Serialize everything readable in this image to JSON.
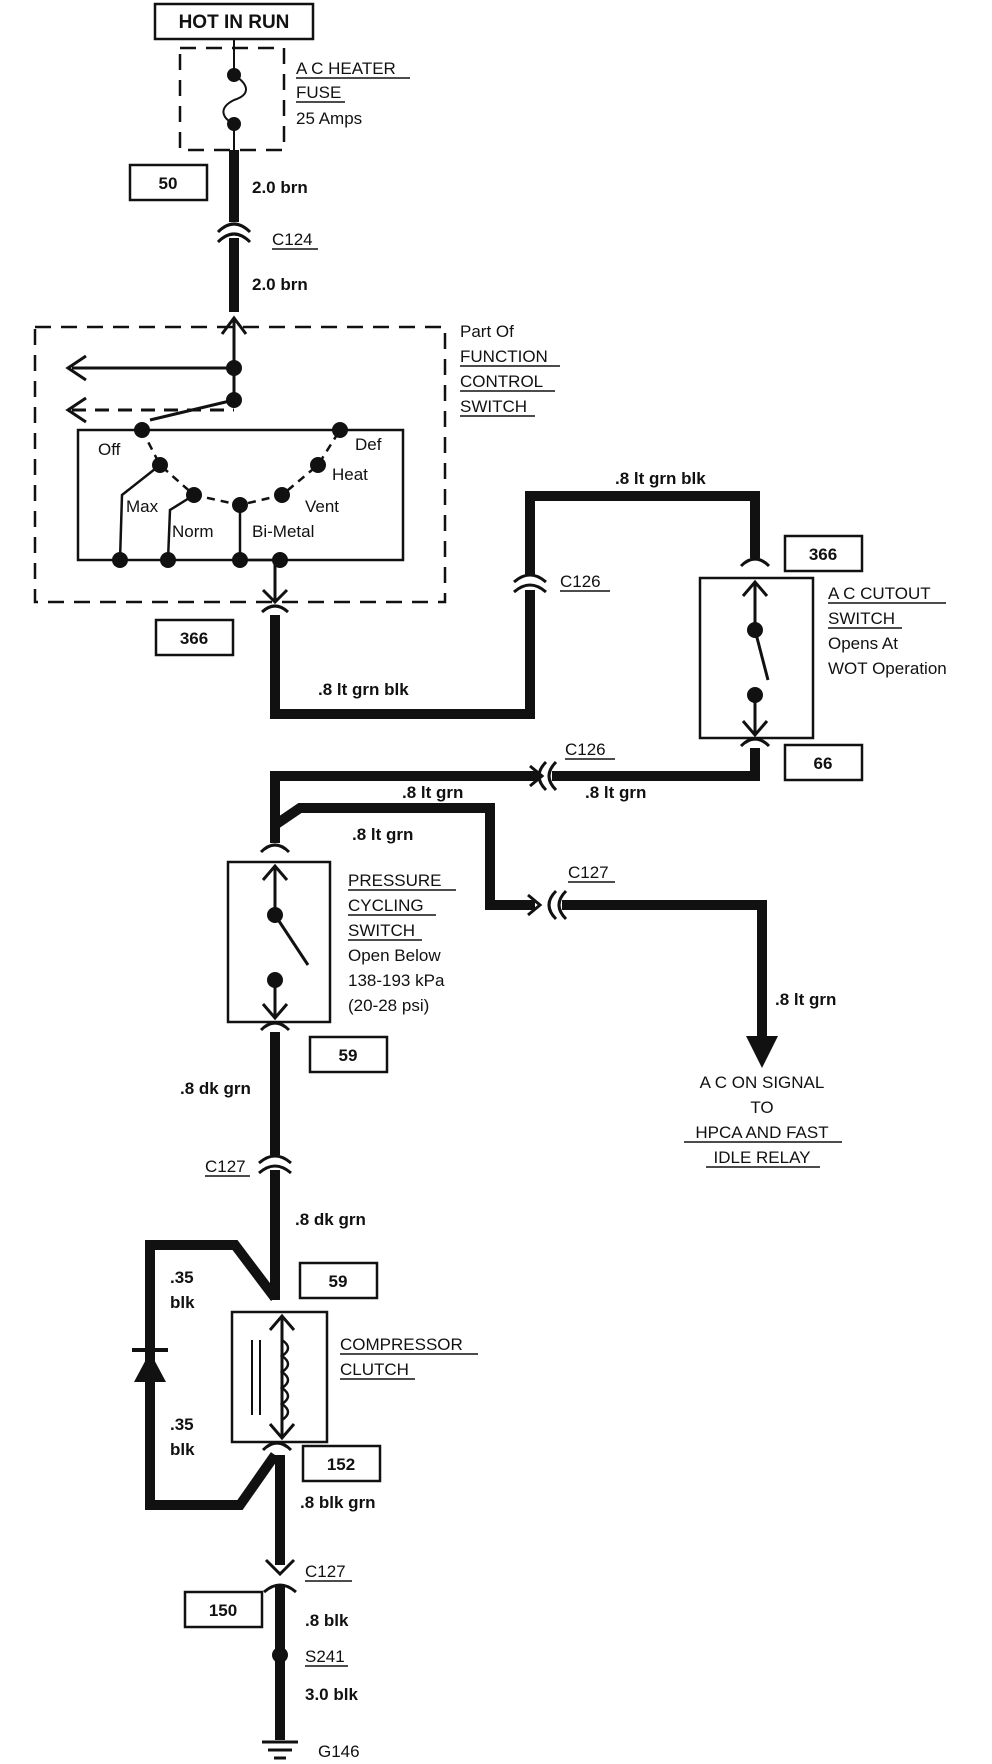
{
  "header": {
    "hot_in_run": "HOT IN RUN"
  },
  "fuse": {
    "line1": "A C HEATER",
    "line2": "FUSE",
    "rating": "25 Amps"
  },
  "wires": {
    "w1": "2.0 brn",
    "w2": "2.0 brn",
    "w3": ".8 lt grn blk",
    "w4": ".8 lt grn blk",
    "w5": ".8 lt grn",
    "w6": ".8 lt grn",
    "w7": ".8 lt grn",
    "w8": ".8 lt grn",
    "w9": ".8 dk grn",
    "w10": ".8 dk grn",
    "w11a": ".35",
    "w11b": "blk",
    "w12a": ".35",
    "w12b": "blk",
    "w13": ".8 blk grn",
    "w14": ".8 blk",
    "w15": "3.0 blk"
  },
  "connectors": {
    "c124": "C124",
    "c126a": "C126",
    "c126b": "C126",
    "c127a": "C127",
    "c127b": "C127",
    "c127c": "C127",
    "s241": "S241",
    "g146": "G146"
  },
  "circuits": {
    "n50": "50",
    "n366a": "366",
    "n366b": "366",
    "n66": "66",
    "n59a": "59",
    "n59b": "59",
    "n152": "152",
    "n150": "150"
  },
  "function_switch": {
    "part_of": "Part Of",
    "line1": "FUNCTION",
    "line2": "CONTROL",
    "line3": "SWITCH",
    "pos_off": "Off",
    "pos_max": "Max",
    "pos_norm": "Norm",
    "pos_bimetal": "Bi-Metal",
    "pos_vent": "Vent",
    "pos_heat": "Heat",
    "pos_def": "Def"
  },
  "cutout_switch": {
    "line1": "A C CUTOUT",
    "line2": "SWITCH",
    "line3": "Opens At",
    "line4": "WOT Operation"
  },
  "pressure_switch": {
    "line1": "PRESSURE",
    "line2": "CYCLING",
    "line3": "SWITCH",
    "line4": "Open Below",
    "line5": "138-193 kPa",
    "line6": "(20-28 psi)"
  },
  "ac_signal": {
    "line1": "A C ON SIGNAL",
    "line2": "TO",
    "line3": "HPCA AND FAST",
    "line4": "IDLE RELAY"
  },
  "clutch": {
    "line1": "COMPRESSOR",
    "line2": "CLUTCH"
  },
  "colors": {
    "ink": "#111111",
    "paper": "#ffffff"
  }
}
